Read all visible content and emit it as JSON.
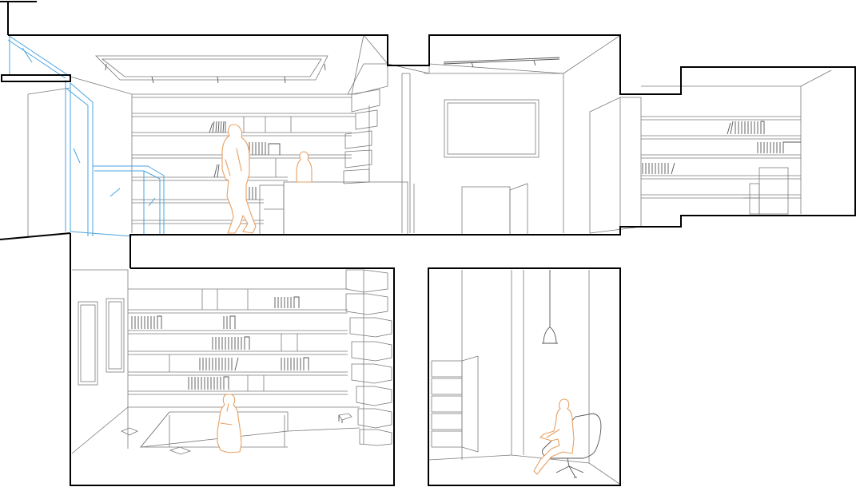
{
  "drawing": {
    "type": "architectural section drawing",
    "colors": {
      "section_cut": "#000000",
      "linework": "#7a7a7a",
      "glass": "#4aa3df",
      "figures": "#e7a063",
      "background": "#ffffff"
    },
    "elements": {
      "upper_level": [
        "bookshelf-wall",
        "track-lighting",
        "staircase",
        "standing-person",
        "seated-child",
        "framed-picture",
        "doorway"
      ],
      "right_room": [
        "bookshelf-wall",
        "cabinet"
      ],
      "lower_left_room": [
        "bookshelf-wall",
        "framed-panels",
        "sunken-reading-pit",
        "seated-child",
        "floating-stair"
      ],
      "lower_right_room": [
        "stair",
        "pendant-lamp",
        "lounge-chair",
        "seated-person"
      ]
    }
  }
}
